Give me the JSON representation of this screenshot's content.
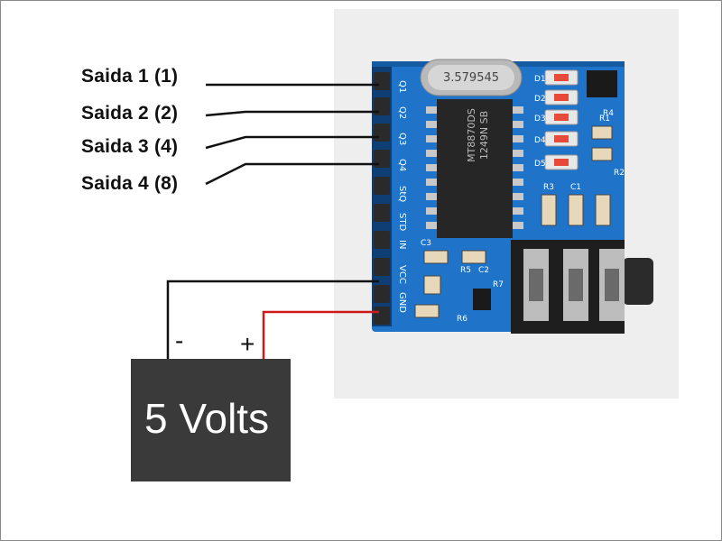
{
  "diagram": {
    "outputs": [
      {
        "label": "Saida 1 (1)",
        "pin": "Q1"
      },
      {
        "label": "Saida 2 (2)",
        "pin": "Q2"
      },
      {
        "label": "Saida 3 (4)",
        "pin": "Q3"
      },
      {
        "label": "Saida 4 (8)",
        "pin": "Q4"
      }
    ],
    "battery": {
      "label": "5 Volts",
      "negative": "-",
      "positive": "+"
    },
    "board": {
      "pins": [
        "Q1",
        "Q2",
        "Q3",
        "Q4",
        "StQ",
        "STD",
        "IN",
        "VCC",
        "GND"
      ],
      "crystal": "3.579545",
      "chip_line1": "MT8870DS",
      "chip_line2": "1249N SB",
      "leds": [
        "D1",
        "D2",
        "D3",
        "D4",
        "D5"
      ],
      "parts": [
        "R1",
        "R2",
        "R3",
        "R4",
        "R5",
        "C1",
        "C2",
        "C3",
        "R6",
        "R7"
      ],
      "colors": {
        "pcb": "#1f73c9",
        "wire_black": "#111111",
        "wire_red": "#d01818"
      }
    }
  }
}
